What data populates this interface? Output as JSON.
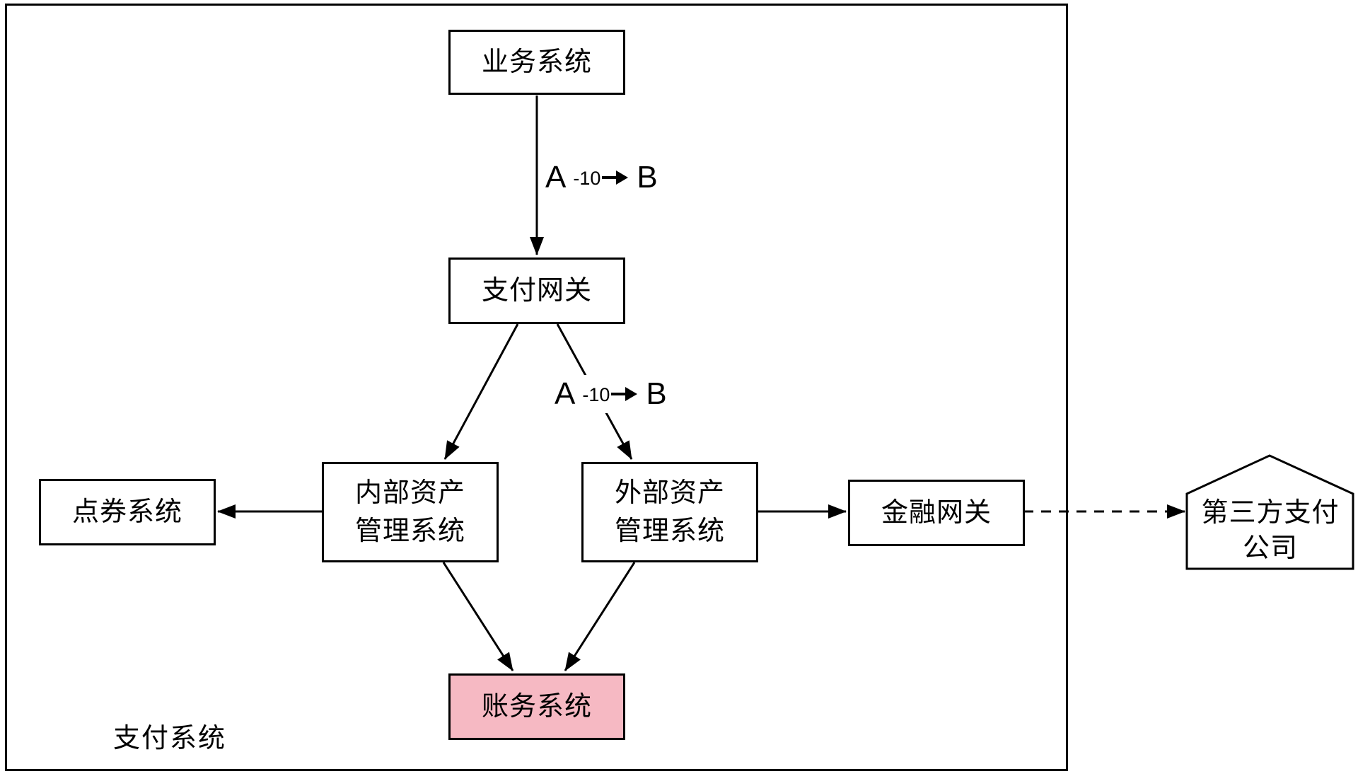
{
  "boundary": {
    "label": "支付系统"
  },
  "nodes": {
    "business": {
      "label": "业务系统"
    },
    "payment_gateway": {
      "label": "支付网关"
    },
    "internal_asset": {
      "line1": "内部资产",
      "line2": "管理系统"
    },
    "external_asset": {
      "line1": "外部资产",
      "line2": "管理系统"
    },
    "coupon": {
      "label": "点券系统"
    },
    "financial_gateway": {
      "label": "金融网关"
    },
    "accounting": {
      "label": "账务系统"
    },
    "third_party": {
      "line1": "第三方支付",
      "line2": "公司"
    }
  },
  "edge_labels": [
    {
      "from": "A",
      "amount": "-10",
      "to": "B"
    },
    {
      "from": "A",
      "amount": "-10",
      "to": "B"
    }
  ],
  "colors": {
    "stroke": "#000000",
    "background": "#ffffff",
    "accounting_fill": "#f6b9c3"
  }
}
